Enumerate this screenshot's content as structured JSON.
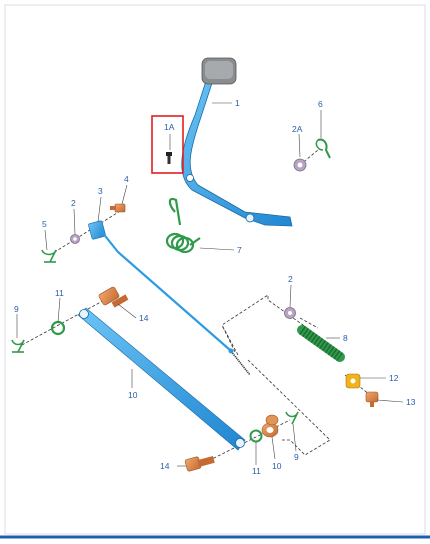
{
  "diagram": {
    "callouts": {
      "c1": "1",
      "c1A": "1A",
      "c2A": "2A",
      "c6": "6",
      "c7": "7",
      "c2a": "2",
      "c3": "3",
      "c4": "4",
      "c5": "5",
      "c9a": "9",
      "c11a": "11",
      "c14a": "14",
      "c10a": "10",
      "c2b": "2",
      "c8": "8",
      "c12": "12",
      "c13": "13",
      "c14b": "14",
      "c11b": "11",
      "c10b": "10",
      "c9b": "9"
    },
    "colors": {
      "blue_part": "#2f9be3",
      "green_part": "#2f9a4a",
      "bronze_part": "#d9824a",
      "yellow_part": "#f0b21e",
      "callout_text": "#2a5ea8",
      "highlight_box": "#e02020"
    }
  }
}
